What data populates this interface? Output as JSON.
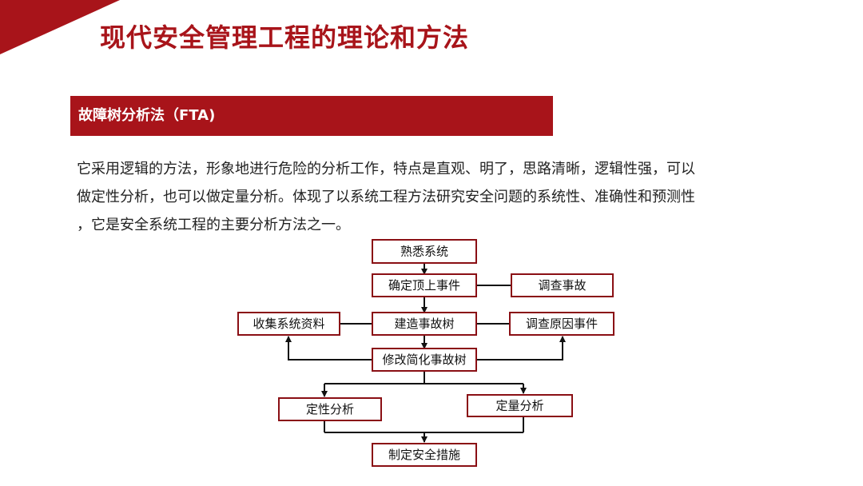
{
  "slide": {
    "title": "现代安全管理工程的理论和方法",
    "section_heading": "故障树分析法（FTA)",
    "paragraph_lines": [
      "它采用逻辑的方法，形象地进行危险的分析工作，特点是直观、明了，思路清晰，逻辑性强，可以",
      "做定性分析，也可以做定量分析。体现了以系统工程方法研究安全问题的系统性、准确性和预测性",
      "，它是安全系统工程的主要分析方法之一。"
    ]
  },
  "flowchart": {
    "nodes": {
      "familiarize": "熟悉系统",
      "top_event": "确定顶上事件",
      "investigate_accident": "调查事故",
      "collect_data": "收集系统资料",
      "build_tree": "建造事故树",
      "investigate_causes": "调查原因事件",
      "simplify_tree": "修改简化事故树",
      "qualitative": "定性分析",
      "quantitative": "定量分析",
      "measures": "制定安全措施"
    },
    "colors": {
      "accent": "#a8141a",
      "box_border": "#8a0f14",
      "connector": "#111111"
    }
  }
}
